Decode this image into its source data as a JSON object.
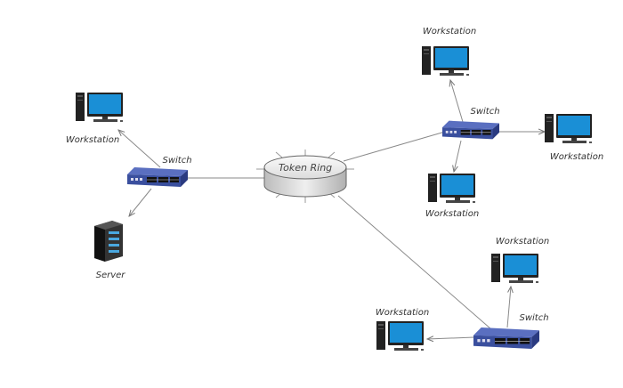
{
  "ring": {
    "label": "Token Ring"
  },
  "left": {
    "switch_label": "Switch",
    "workstation_label": "Workstation",
    "server_label": "Server"
  },
  "top_right": {
    "switch_label": "Switch",
    "workstation_top_label": "Workstation",
    "workstation_right_label": "Workstation",
    "workstation_bottom_label": "Workstation"
  },
  "bottom_right": {
    "switch_label": "Switch",
    "workstation_top_label": "Workstation",
    "workstation_left_label": "Workstation"
  },
  "colors": {
    "switch": "#3a4f9e",
    "screen": "#1a8fd6",
    "link": "#8a8a8a"
  }
}
